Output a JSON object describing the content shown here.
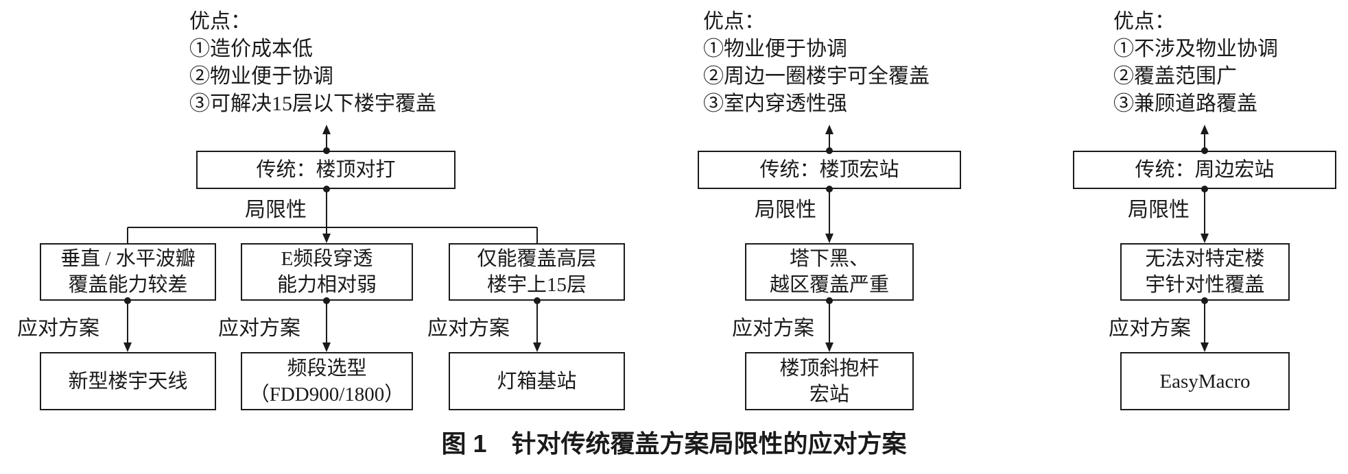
{
  "columns": [
    {
      "advantages_heading": "优点：",
      "advantages": [
        "①造价成本低",
        "②物业便于协调",
        "③可解决15层以下楼宇覆盖"
      ],
      "traditional": "传统：楼顶对打",
      "limitation_label": "局限性",
      "branches": [
        {
          "limitation": [
            "垂直 / 水平波瓣",
            "覆盖能力较差"
          ],
          "response_label": "应对方案",
          "solution": [
            "新型楼宇天线"
          ]
        },
        {
          "limitation": [
            "E频段穿透",
            "能力相对弱"
          ],
          "response_label": "应对方案",
          "solution": [
            "频段选型",
            "（FDD900/1800）"
          ]
        },
        {
          "limitation": [
            "仅能覆盖高层",
            "楼宇上15层"
          ],
          "response_label": "应对方案",
          "solution": [
            "灯箱基站"
          ]
        }
      ]
    },
    {
      "advantages_heading": "优点：",
      "advantages": [
        "①物业便于协调",
        "②周边一圈楼宇可全覆盖",
        "③室内穿透性强"
      ],
      "traditional": "传统：楼顶宏站",
      "limitation_label": "局限性",
      "branches": [
        {
          "limitation": [
            "塔下黑、",
            "越区覆盖严重"
          ],
          "response_label": "应对方案",
          "solution": [
            "楼顶斜抱杆",
            "宏站"
          ]
        }
      ]
    },
    {
      "advantages_heading": "优点：",
      "advantages": [
        "①不涉及物业协调",
        "②覆盖范围广",
        "③兼顾道路覆盖"
      ],
      "traditional": "传统：周边宏站",
      "limitation_label": "局限性",
      "branches": [
        {
          "limitation": [
            "无法对特定楼",
            "宇针对性覆盖"
          ],
          "response_label": "应对方案",
          "solution": [
            "EasyMacro"
          ]
        }
      ]
    }
  ],
  "caption": {
    "figure_number": "图 1",
    "title": "针对传统覆盖方案局限性的应对方案"
  }
}
